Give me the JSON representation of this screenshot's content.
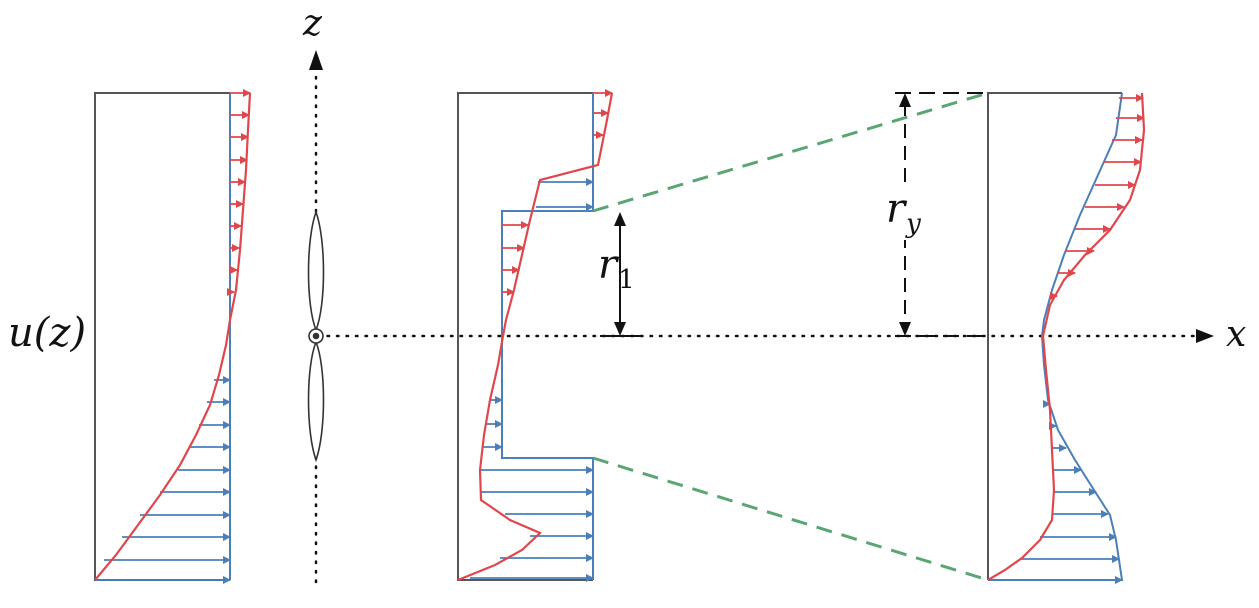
{
  "labels": {
    "axis_z": "z",
    "axis_x": "x",
    "profile": "u(z)",
    "radius_initial": "r",
    "radius_initial_sub": "1",
    "radius_wake": "r",
    "radius_wake_sub": "y"
  },
  "colors": {
    "frame": "#555555",
    "uniform_profile": "#4a7fb8",
    "deficit_profile": "#e0474c",
    "wake_boundary": "#5aa574",
    "axis": "#111111"
  },
  "icons": {
    "rotor": "turbine-rotor-icon"
  }
}
